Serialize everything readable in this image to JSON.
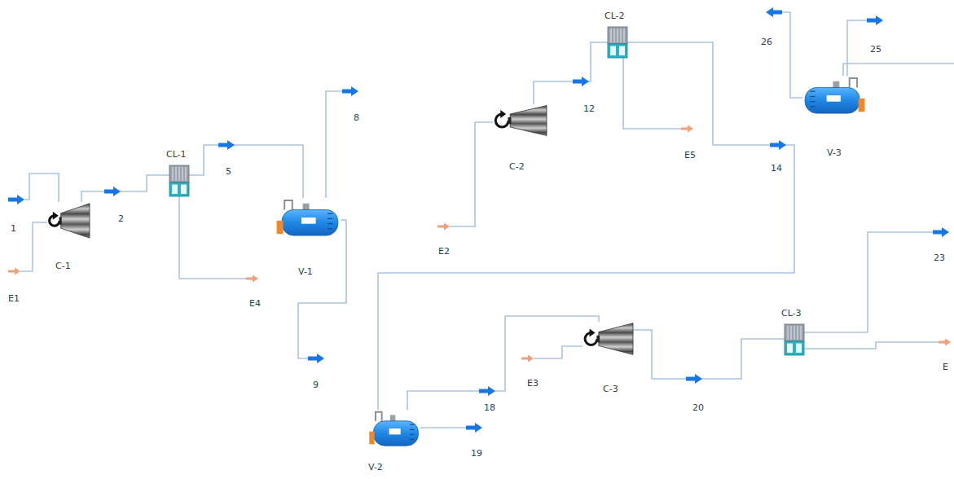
{
  "diagram": {
    "nodes": [
      {
        "text": [
          "C-1"
        ]
      },
      {
        "text": [
          "CL-1"
        ]
      },
      {
        "text": [
          "V-1"
        ]
      },
      {
        "text": [
          "C-2"
        ]
      },
      {
        "text": [
          "CL-2"
        ]
      },
      {
        "text": [
          "V-3"
        ]
      },
      {
        "text": [
          "V-2"
        ]
      },
      {
        "text": [
          "C-3"
        ]
      },
      {
        "text": [
          "CL-3"
        ]
      }
    ],
    "edges": [
      {
        "from": 0,
        "to": 1,
        "arrow": "to",
        "label": "2"
      },
      {
        "from": 1,
        "to": 2,
        "arrow": "to",
        "label": "5"
      },
      {
        "from": 3,
        "to": 4,
        "arrow": "to",
        "label": "12"
      },
      {
        "from": 4,
        "to": 6,
        "arrow": "to",
        "label": "14"
      },
      {
        "from": 6,
        "to": 7,
        "arrow": "to",
        "label": "18"
      },
      {
        "from": 7,
        "to": 8,
        "arrow": "to",
        "label": "20"
      }
    ],
    "labels": [
      "1",
      "E1",
      "E4",
      "8",
      "9",
      "E2",
      "E5",
      "26",
      "25",
      "19",
      "E3",
      "23",
      "E"
    ]
  }
}
